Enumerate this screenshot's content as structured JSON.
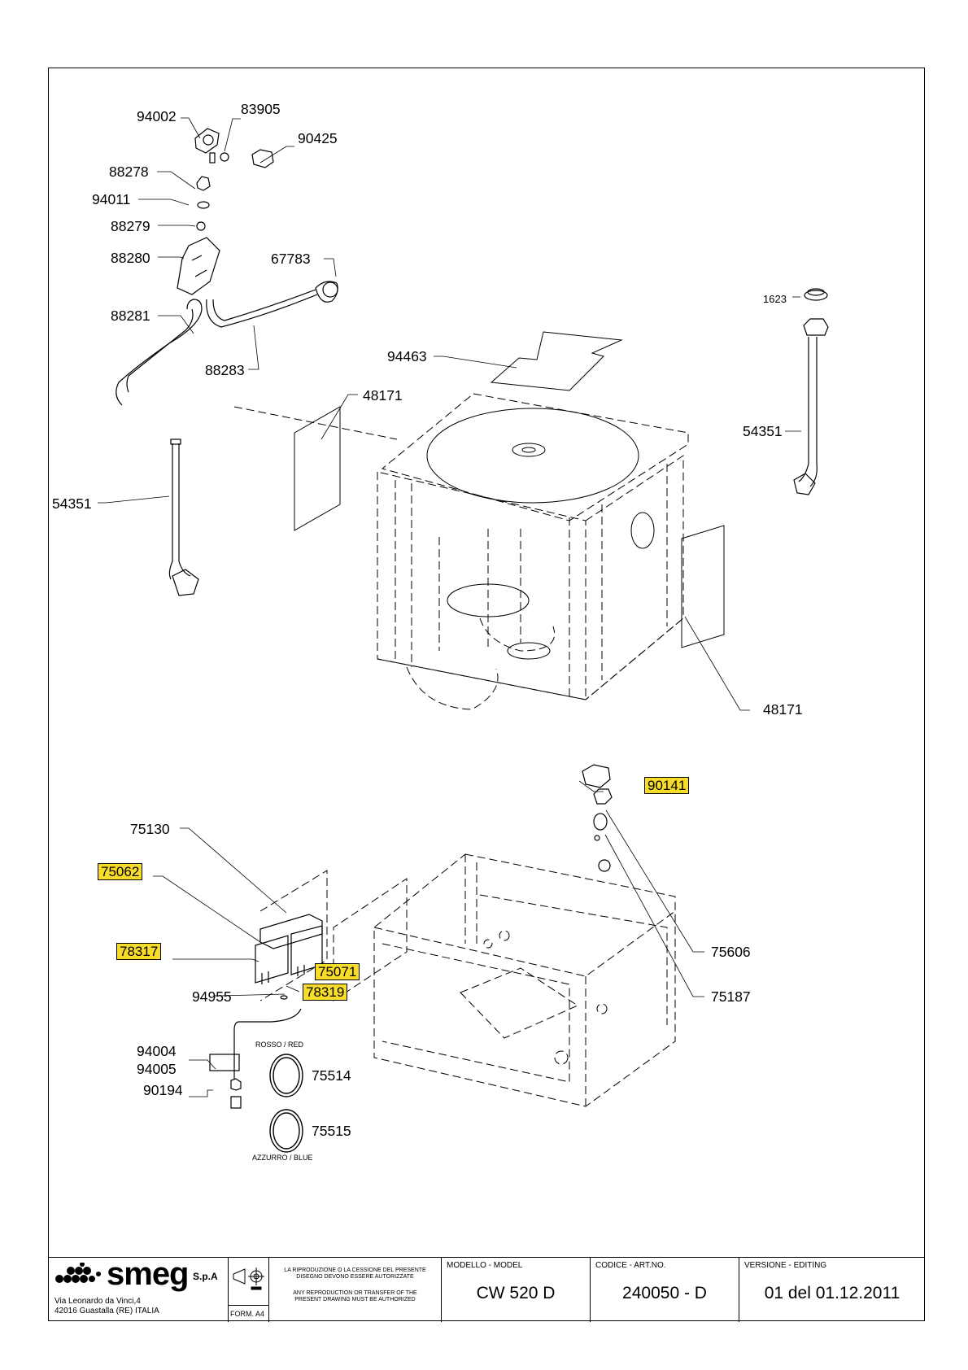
{
  "parts_upper": {
    "p94002": "94002",
    "p83905": "83905",
    "p90425": "90425",
    "p88278": "88278",
    "p94011": "94011",
    "p88279": "88279",
    "p88280": "88280",
    "p67783": "67783",
    "p88281": "88281",
    "p88283": "88283",
    "p94463": "94463",
    "p48171a": "48171",
    "p1623": "1623",
    "p54351r": "54351",
    "p54351l": "54351",
    "p48171b": "48171"
  },
  "parts_lower": {
    "p90141": "90141",
    "p75130": "75130",
    "p75062": "75062",
    "p78317": "78317",
    "p75071": "75071",
    "p94955": "94955",
    "p78319": "78319",
    "p75606": "75606",
    "p75187": "75187",
    "p94004": "94004",
    "p94005": "94005",
    "p90194": "90194",
    "p75514": "75514",
    "p75515": "75515",
    "rosso": "ROSSO / RED",
    "azzurro": "AZZURRO / BLUE"
  },
  "highlight_color": "#f7dc2a",
  "title_block": {
    "brand": "smeg",
    "brand_suffix": "S.p.A",
    "address1": "Via Leonardo da Vinci,4",
    "address2": "42016  Guastalla (RE) ITALIA",
    "form": "FORM. A4",
    "notice_it": "LA RIPRODUZIONE O LA CESSIONE DEL PRESENTE DISEGNO DEVONO ESSERE AUTORIZZATE",
    "notice_en": "ANY REPRODUCTION OR TRANSFER OF THE PRESENT DRAWING MUST BE AUTHORIZED",
    "model_label": "MODELLO - MODEL",
    "model_value": "CW 520 D",
    "code_label": "CODICE - ART.NO.",
    "code_value": "240050 - D",
    "version_label": "VERSIONE - EDITING",
    "version_value": "01 del 01.12.2011"
  }
}
